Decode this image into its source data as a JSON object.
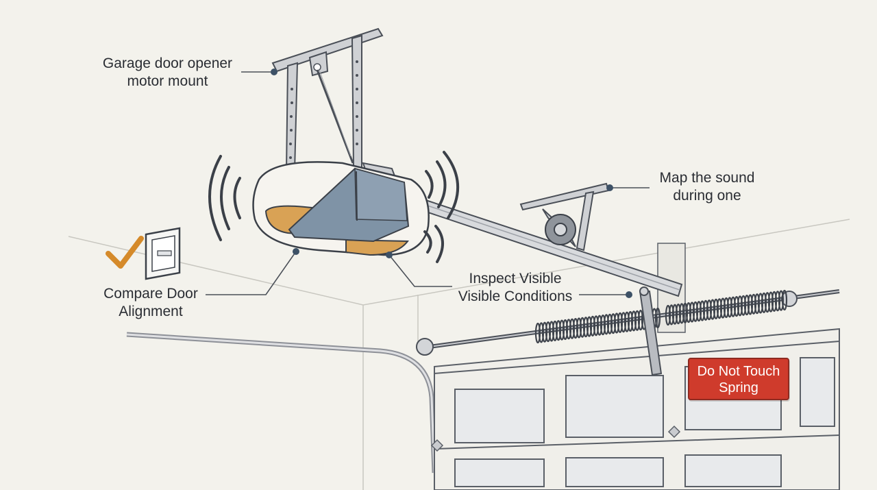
{
  "labels": {
    "motor_mount": [
      "Garage door opener",
      "motor mount"
    ],
    "map_sound": [
      "Map the sound",
      "during one"
    ],
    "inspect": [
      "Inspect Visible",
      "Visible Conditions"
    ],
    "alignment": [
      "Compare Door",
      "Alignment"
    ]
  },
  "warning_sign": [
    "Do Not Touch",
    "Spring"
  ],
  "colors": {
    "background": "#f3f2ec",
    "line": "#4a4f57",
    "motor_housing": "#f6f4ef",
    "motor_band": "#7f93a6",
    "amber_lens": "#d9a255",
    "warning_red": "#cf3b2c",
    "check_orange": "#d58a2a",
    "callout_dot": "#3d5166"
  },
  "icons": {
    "sound_waves": "sound-wave-icon",
    "check": "checkmark-icon",
    "wall_switch": "wall-switch-icon"
  }
}
